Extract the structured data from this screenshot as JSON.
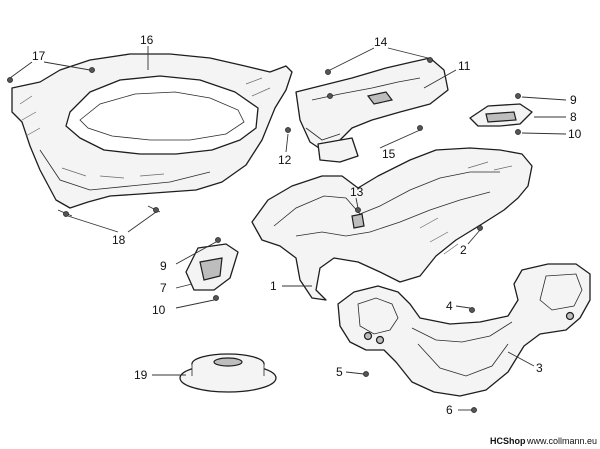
{
  "diagram": {
    "callouts": [
      {
        "id": "17",
        "label": "17"
      },
      {
        "id": "16",
        "label": "16"
      },
      {
        "id": "14",
        "label": "14"
      },
      {
        "id": "11",
        "label": "11"
      },
      {
        "id": "9a",
        "label": "9"
      },
      {
        "id": "8a",
        "label": "8"
      },
      {
        "id": "10a",
        "label": "10"
      },
      {
        "id": "12",
        "label": "12"
      },
      {
        "id": "15",
        "label": "15"
      },
      {
        "id": "13",
        "label": "13"
      },
      {
        "id": "2",
        "label": "2"
      },
      {
        "id": "18",
        "label": "18"
      },
      {
        "id": "9b",
        "label": "9"
      },
      {
        "id": "7",
        "label": "7"
      },
      {
        "id": "10b",
        "label": "10"
      },
      {
        "id": "1",
        "label": "1"
      },
      {
        "id": "4",
        "label": "4"
      },
      {
        "id": "5",
        "label": "5"
      },
      {
        "id": "3",
        "label": "3"
      },
      {
        "id": "19",
        "label": "19"
      },
      {
        "id": "6",
        "label": "6"
      }
    ],
    "watermark": {
      "brand": "HCShop",
      "url": "www.collmann.eu"
    }
  }
}
